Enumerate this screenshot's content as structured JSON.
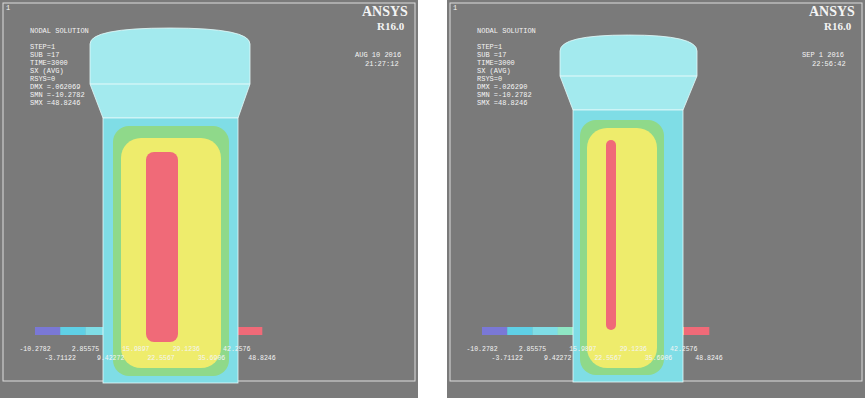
{
  "diagram": {
    "labels": [
      "1",
      "NODAL SOLUTION",
      "STEP=1",
      "SUB =17",
      "TIME=3000",
      "SX (AVG)",
      "RSYS=0",
      "DMX =.062069",
      "SMN =-10.2782",
      "SMX =48.8246",
      "ANSYS",
      "R16.0",
      "AUG 10 2016",
      "21:27:12",
      "-10.2782",
      "2.85575",
      "15.9897",
      "29.1236",
      "42.2576",
      "-3.71122",
      "9.42272",
      "22.5567",
      "35.6906",
      "48.8246",
      "1",
      "NODAL SOLUTION",
      "STEP=1",
      "SUB =17",
      "TIME=3000",
      "SX (AVG)",
      "RSYS=0",
      "DMX =.026290",
      "SMN =-10.2782",
      "SMX =48.8246",
      "ANSYS",
      "R16.0",
      "SEP 1 2016",
      "22:56:42",
      "-10.2782",
      "2.85575",
      "15.9897",
      "29.1236",
      "42.2576",
      "-3.71122",
      "9.42272",
      "22.5567",
      "35.6906",
      "48.8246"
    ]
  }
}
